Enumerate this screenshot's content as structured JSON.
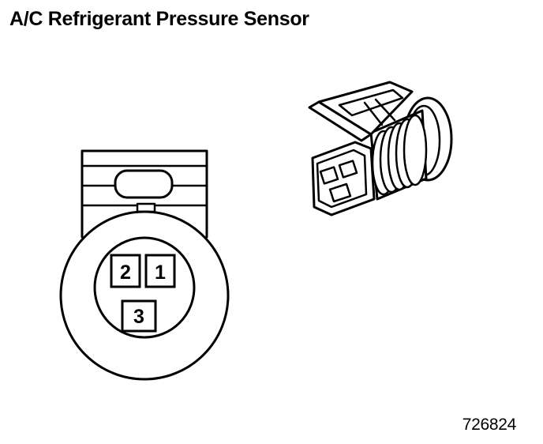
{
  "title": "A/C Refrigerant Pressure Sensor",
  "figure_number": "726824",
  "connector_face": {
    "pins": [
      {
        "label": "2"
      },
      {
        "label": "1"
      },
      {
        "label": "3"
      }
    ]
  }
}
